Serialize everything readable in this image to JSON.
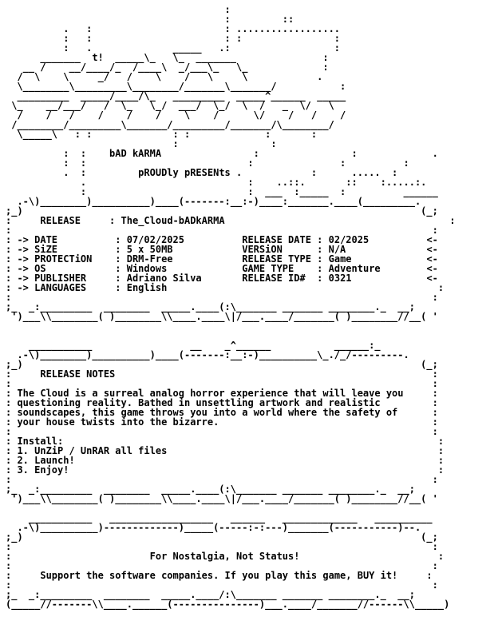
{
  "logo_art": [
    "                                      :",
    "                                      :         ::",
    "          .   :                       : ..................",
    "          :   :                       : :                :",
    "          :   .              _____   .:                  :",
    "      _______  t!  _____\\_   \\_  _______               :",
    "   __ /    __/____/_  /____\\  _/___\\_   \\_             :",
    "  /  \\    \\     _/   /    \\    /   \\     \\            .",
    "  \\________\\_________\\________/_______\\_______/           :",
    "  _________  _____/____/\\_   _________  _____^______  _____",
    " \\_    __/___/   /  \\_   \\_/  ___/  \\_/  \\  /   _  \\/   \\",
    "  /    /   /    /    /    /    \\    /      \\/    /   /    /",
    " /________/_________\\_______/_________/_______/\\________/",
    "  \\_____\\   : :              : :             :       :",
    "                             :                :"
  ],
  "crew": {
    "group": "bAD kARMA",
    "presents": "pROUDly pRESENts"
  },
  "release": {
    "header": "RELEASE",
    "name": "The_Cloud-bADkARMA",
    "rows": [
      {
        "label_l": "DATE",
        "value_l": "07/02/2025",
        "label_r": "RELEASE DATE",
        "value_r": "02/2025"
      },
      {
        "label_l": "SiZE",
        "value_l": "5 x 50MB",
        "label_r": "VERSiON",
        "value_r": "N/A"
      },
      {
        "label_l": "PROTECTiON",
        "value_l": "DRM-Free",
        "label_r": "RELEASE TYPE",
        "value_r": "Game"
      },
      {
        "label_l": "OS",
        "value_l": "Windows",
        "label_r": "GAME TYPE",
        "value_r": "Adventure"
      },
      {
        "label_l": "PUBLISHER",
        "value_l": "Adriano Silva",
        "label_r": "RELEASE ID#",
        "value_r": "0321"
      },
      {
        "label_l": "LANGUAGES",
        "value_l": "English"
      }
    ]
  },
  "notes": {
    "header": "RELEASE NOTES",
    "paragraph": [
      "The Cloud is a surreal analog horror experience that will leave you",
      "questioning reality. Bathed in unsettling artwork and realistic",
      "soundscapes, this game throws you into a world where the safety of",
      "your house twists into the bizarre."
    ],
    "install_header": "Install:",
    "steps": [
      "1. UnZiP / UnRAR all files",
      "2. Launch!",
      "3. Enjoy!"
    ]
  },
  "footer": {
    "slogan": "For Nostalgia, Not Status!",
    "message": "Support the software companies. If you play this game, BUY it!"
  },
  "frames": {
    "release_top": [
      "  .-\\)________)__________)____(-------:__:-)____:_______.____(_________.",
      ";_)                                                                     (_;",
      ":"
    ],
    "release_bottom": [
      ";_  _:_________  ________  _____.____(:\\_______ _______ ________._  __;",
      " ')___\\\\________( )________\\\\____.____\\|/___.____/_______( )________//__( '"
    ],
    "notes_top": [
      "  .-\\)________)__________)____(-------:__:-)__________\\_./_/---------.",
      ";_)                                                                     (_;"
    ],
    "notes_bottom": [
      ";_  _:_________  ________  _____.____(:\\_______ _______ ________._  __;",
      " ')___\\\\________( )________\\\\____.____\\|/___.____/_______( )________//__( '"
    ],
    "footer_top": [
      "  .-\\)__________)-------------)_____(-----:-:---)_______(-----------)--.",
      ";_)                                                                     (_;"
    ],
    "footer_bottom": [
      ";_  _:_________  ________  _____.____/:\\_______ _______ ________._  __;",
      "(_____//-------\\\\____.______(---------------)___.____/_______//------\\\\_____)"
    ]
  }
}
